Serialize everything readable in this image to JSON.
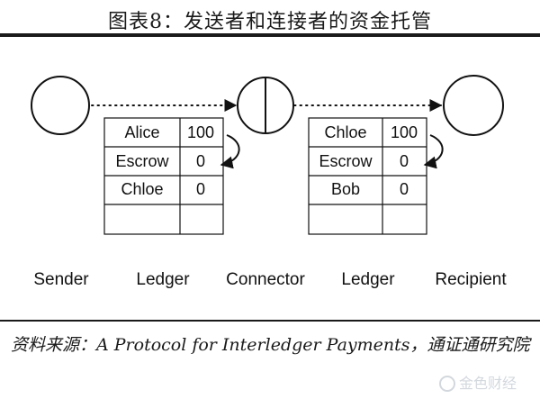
{
  "title": "图表8：发送者和连接者的资金托管",
  "nodes": [
    {
      "key": "sender",
      "label": "Sender"
    },
    {
      "key": "connector",
      "label": "Connector"
    },
    {
      "key": "recipient",
      "label": "Recipient"
    }
  ],
  "ledgers": [
    {
      "label": "Ledger",
      "rows": [
        [
          "Alice",
          "100"
        ],
        [
          "Escrow",
          "0"
        ],
        [
          "Chloe",
          "0"
        ],
        [
          "",
          ""
        ]
      ]
    },
    {
      "label": "Ledger",
      "rows": [
        [
          "Chloe",
          "100"
        ],
        [
          "Escrow",
          "0"
        ],
        [
          "Bob",
          "0"
        ],
        [
          "",
          ""
        ]
      ]
    }
  ],
  "source_text": "资料来源：A Protocol for Interledger Payments，通证通研究院",
  "watermark": "金色财经"
}
